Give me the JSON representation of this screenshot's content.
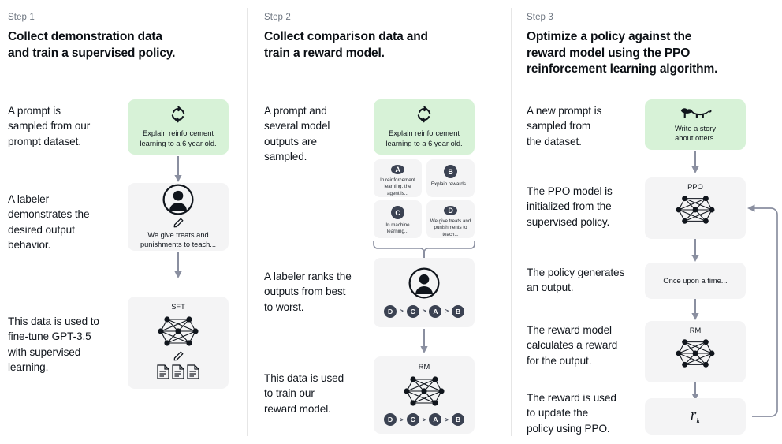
{
  "diagram": {
    "title": "InstructGPT / RLHF three-step training diagram",
    "bg": "#ffffff",
    "card_bg": "#f4f4f5",
    "green_bg": "#d7f2d7",
    "badge_bg": "#3b4252",
    "arrow_color": "#8a8fa0",
    "divider_color": "#e6e6e6"
  },
  "columns": [
    {
      "step_label": "Step 1",
      "title": "Collect demonstration data\nand train a supervised policy.",
      "captions": [
        "A prompt is\nsampled from our\nprompt dataset.",
        "A labeler\ndemonstrates the\ndesired output\nbehavior.",
        "This data is used to\nfine-tune GPT-3.5\nwith supervised\nlearning."
      ],
      "cards": [
        {
          "kind": "prompt",
          "icon": "cycle-icon",
          "text": "Explain reinforcement\nlearning to a 6 year old."
        },
        {
          "kind": "labeler",
          "icon": "person-circle-icon",
          "sub_icon": "pencil-icon",
          "text": "We give treats and\npunishments to teach..."
        },
        {
          "kind": "model",
          "label": "SFT",
          "icon": "neural-net-icon",
          "sub_icon": "pencil-icon",
          "extra_icon": "documents-icon"
        }
      ]
    },
    {
      "step_label": "Step 2",
      "title": "Collect comparison data and\ntrain a reward model.",
      "captions": [
        "A prompt and\nseveral model\noutputs are\nsampled.",
        "A labeler ranks the\noutputs from best\nto worst.",
        "This data is used\nto train our\nreward model."
      ],
      "cards": [
        {
          "kind": "prompt",
          "icon": "cycle-icon",
          "text": "Explain reinforcement\nlearning to a 6 year old."
        },
        {
          "kind": "labeler",
          "icon": "person-circle-icon",
          "ranking": [
            "D",
            "C",
            "A",
            "B"
          ]
        },
        {
          "kind": "model",
          "label": "RM",
          "icon": "neural-net-icon",
          "ranking": [
            "D",
            "C",
            "A",
            "B"
          ]
        }
      ],
      "outputs": [
        {
          "badge": "A",
          "text": "In reinforcement\nlearning, the\nagent is..."
        },
        {
          "badge": "B",
          "text": "Explain rewards..."
        },
        {
          "badge": "C",
          "text": "In machine\nlearning..."
        },
        {
          "badge": "D",
          "text": "We give treats and\npunishments to\nteach..."
        }
      ]
    },
    {
      "step_label": "Step 3",
      "title": "Optimize a policy against the\nreward model using the PPO\nreinforcement learning algorithm.",
      "captions": [
        "A new prompt is\nsampled from\nthe dataset.",
        "The PPO model is\ninitialized from the\nsupervised policy.",
        "The policy generates\nan output.",
        "The reward model\ncalculates a reward\nfor the output.",
        "The reward is used\nto update the\npolicy using PPO."
      ],
      "cards": [
        {
          "kind": "prompt",
          "icon": "otter-icon",
          "text": "Write a story\nabout otters."
        },
        {
          "kind": "model",
          "label": "PPO",
          "icon": "neural-net-icon"
        },
        {
          "kind": "output",
          "text": "Once upon a time..."
        },
        {
          "kind": "model",
          "label": "RM",
          "icon": "neural-net-icon"
        },
        {
          "kind": "reward",
          "symbol": "r",
          "subscript": "k"
        }
      ],
      "feedback_loop": "reward feeds back into PPO model"
    }
  ]
}
